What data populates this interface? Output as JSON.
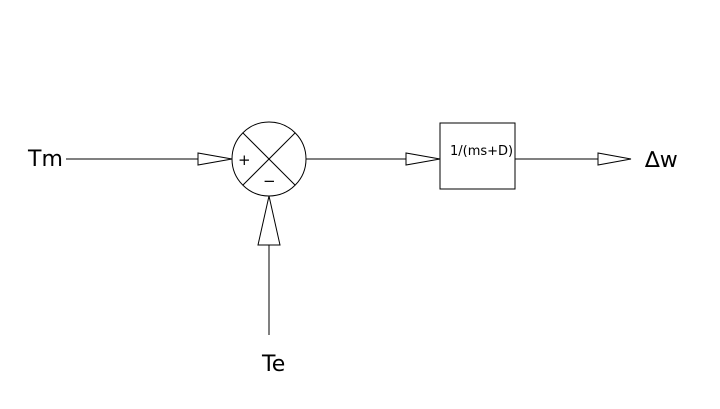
{
  "diagram": {
    "inputs": {
      "mechanical_torque": "Tm",
      "electrical_torque": "Te"
    },
    "summing_junction": {
      "plus_sign": "+",
      "minus_sign": "−"
    },
    "transfer_block": {
      "label": "1/(ms+D)"
    },
    "output": {
      "label": "∆w"
    },
    "colors": {
      "stroke": "#000000",
      "background": "#ffffff"
    }
  }
}
